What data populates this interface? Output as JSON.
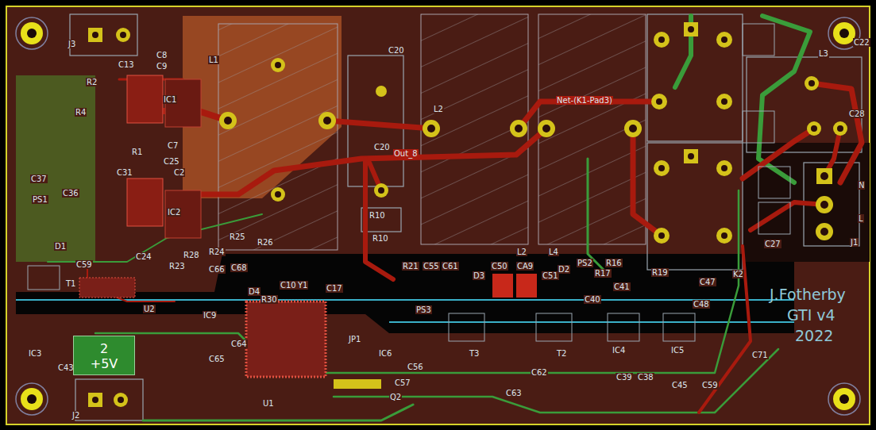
{
  "diagram": {
    "nodes": [
      {
        "text": [
          "2",
          "+5V"
        ]
      }
    ],
    "labels": [
      "J3",
      "L1",
      "C20",
      "C20",
      "L2",
      "L2",
      "L4",
      "Net-(K1-Pad3)",
      "Out_8",
      "R10",
      "R10",
      "L3",
      "C22",
      "C28",
      "C27",
      "J1",
      "N",
      "L",
      "K2",
      "C13",
      "C8",
      "C9",
      "R2",
      "R4",
      "IC1",
      "C7",
      "R1",
      "C25",
      "C2",
      "C31",
      "IC2",
      "C24",
      "C37",
      "PS1",
      "C36",
      "D1",
      "C59",
      "T1",
      "U2",
      "IC3",
      "C43",
      "J2",
      "R25",
      "R26",
      "R23",
      "R28",
      "R24",
      "C66",
      "C68",
      "IC9",
      "C64",
      "C65",
      "R30",
      "C10",
      "Y1",
      "C17",
      "D4",
      "U1",
      "JP1",
      "Q2",
      "R21",
      "C55",
      "C61",
      "C50",
      "CA9",
      "PS2",
      "D3",
      "C51",
      "D2",
      "PS3",
      "IC6",
      "T3",
      "T2",
      "IC4",
      "IC5",
      "C56",
      "C57",
      "C62",
      "C63",
      "C39",
      "C38",
      "C45",
      "C59",
      "C71",
      "R16",
      "R17",
      "C40",
      "C41",
      "R19",
      "C47",
      "C48",
      "J.Fotherby",
      "GTI v4",
      "2022"
    ]
  }
}
